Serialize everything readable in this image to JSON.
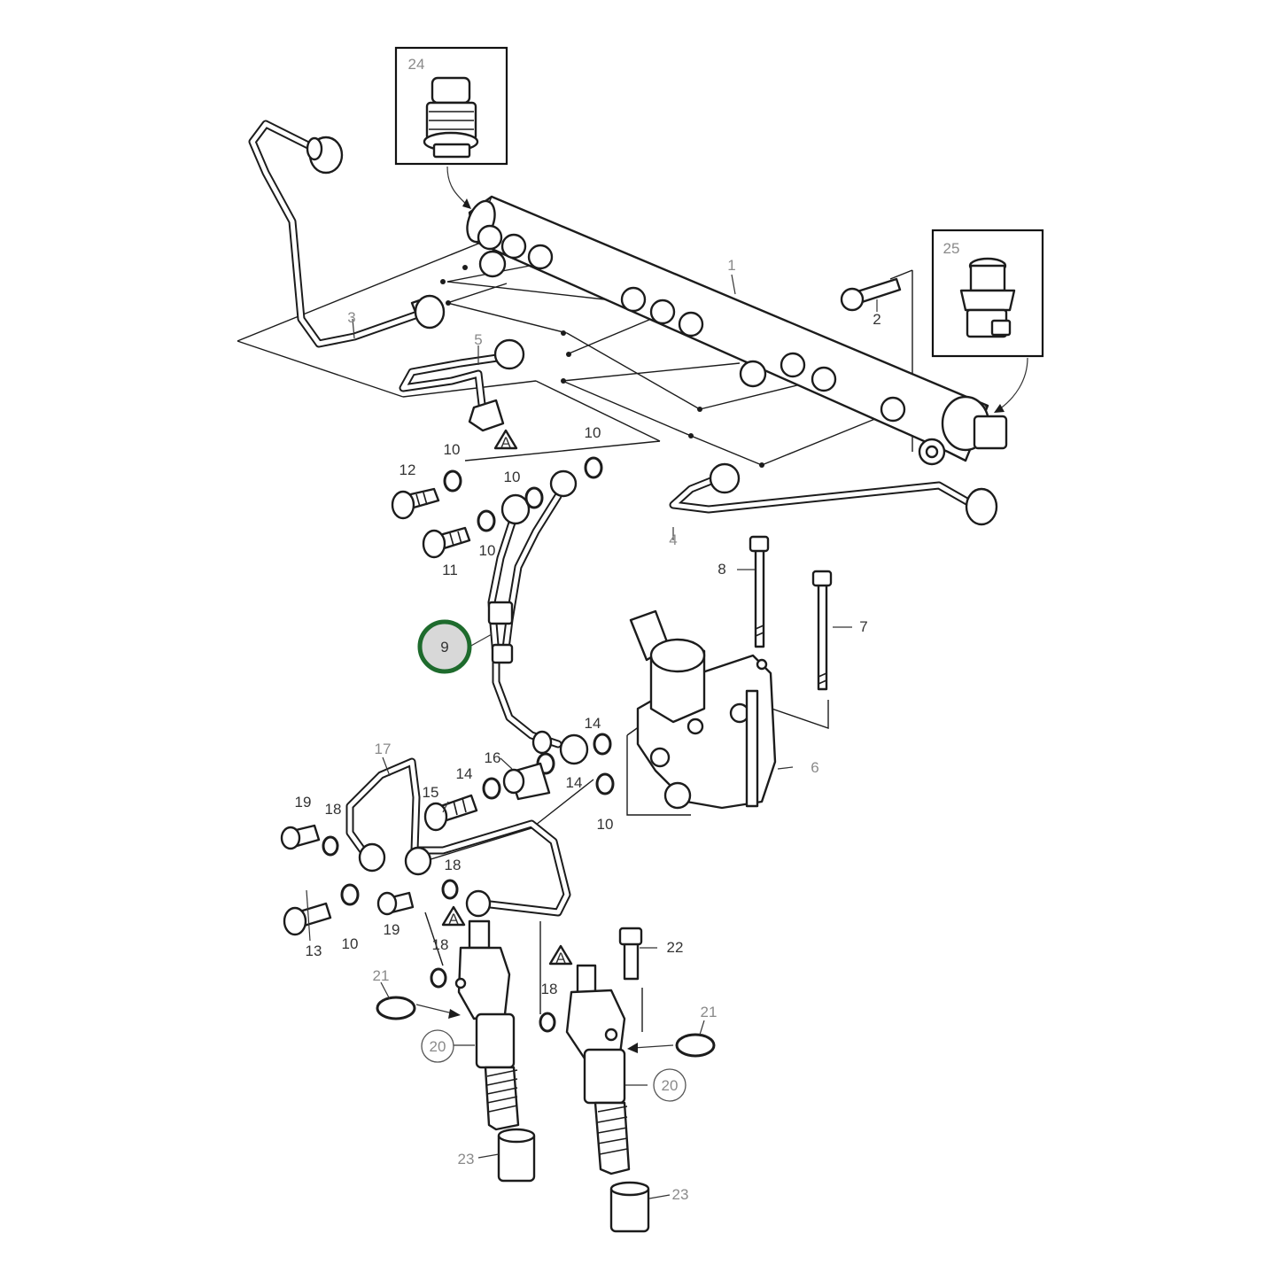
{
  "diagram": {
    "highlight_color": "#1e6b2d",
    "callouts": {
      "c1": "1",
      "c2": "2",
      "c3": "3",
      "c4": "4",
      "c5": "5",
      "c6": "6",
      "c7": "7",
      "c8": "8",
      "c9": "9",
      "c10a": "10",
      "c10b": "10",
      "c10c": "10",
      "c10d": "10",
      "c10e": "10",
      "c10f": "10",
      "c11": "11",
      "c12": "12",
      "c13": "13",
      "c14a": "14",
      "c14b": "14",
      "c14c": "14",
      "c15": "15",
      "c16": "16",
      "c17": "17",
      "c18a": "18",
      "c18b": "18",
      "c18c": "18",
      "c18d": "18",
      "c19a": "19",
      "c19b": "19",
      "c20a": "20",
      "c20b": "20",
      "c21a": "21",
      "c21b": "21",
      "c22": "22",
      "c23a": "23",
      "c23b": "23",
      "c24": "24",
      "c25": "25"
    },
    "warning_mark": "A",
    "highlighted_part": "9"
  }
}
